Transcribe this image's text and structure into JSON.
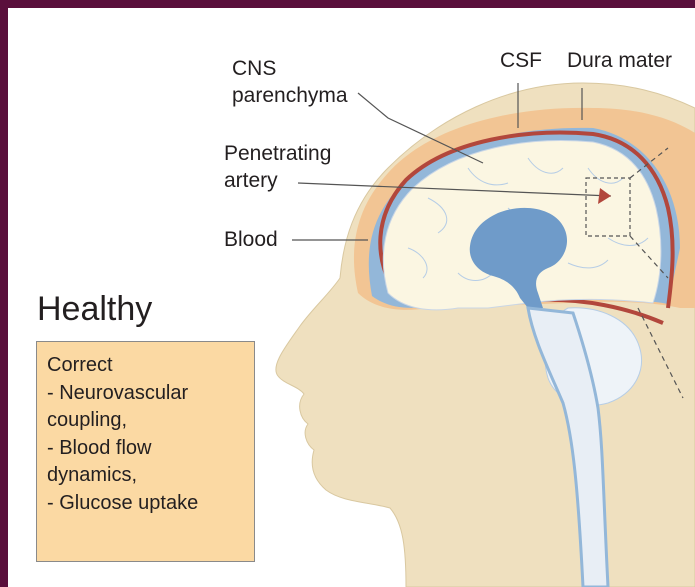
{
  "labels": {
    "cns": "CNS",
    "parenchyma": "parenchyma",
    "csf": "CSF",
    "dura": "Dura mater",
    "penetrating": "Penetrating",
    "artery": "artery",
    "blood": "Blood"
  },
  "status_title": "Healthy",
  "info_box": {
    "lines": [
      "Correct",
      "- Neurovascular",
      "coupling,",
      "- Blood flow",
      "dynamics,",
      "- Glucose uptake"
    ]
  },
  "colors": {
    "frame": "#5a0f3c",
    "skin": "#efe0bf",
    "csf_band": "#f2c594",
    "csf_blue": "#93b7d9",
    "vessel": "#b2473c",
    "brain": "#fbf6e2",
    "ventricle": "#6f9bc9",
    "info_box": "#fbd9a3"
  }
}
